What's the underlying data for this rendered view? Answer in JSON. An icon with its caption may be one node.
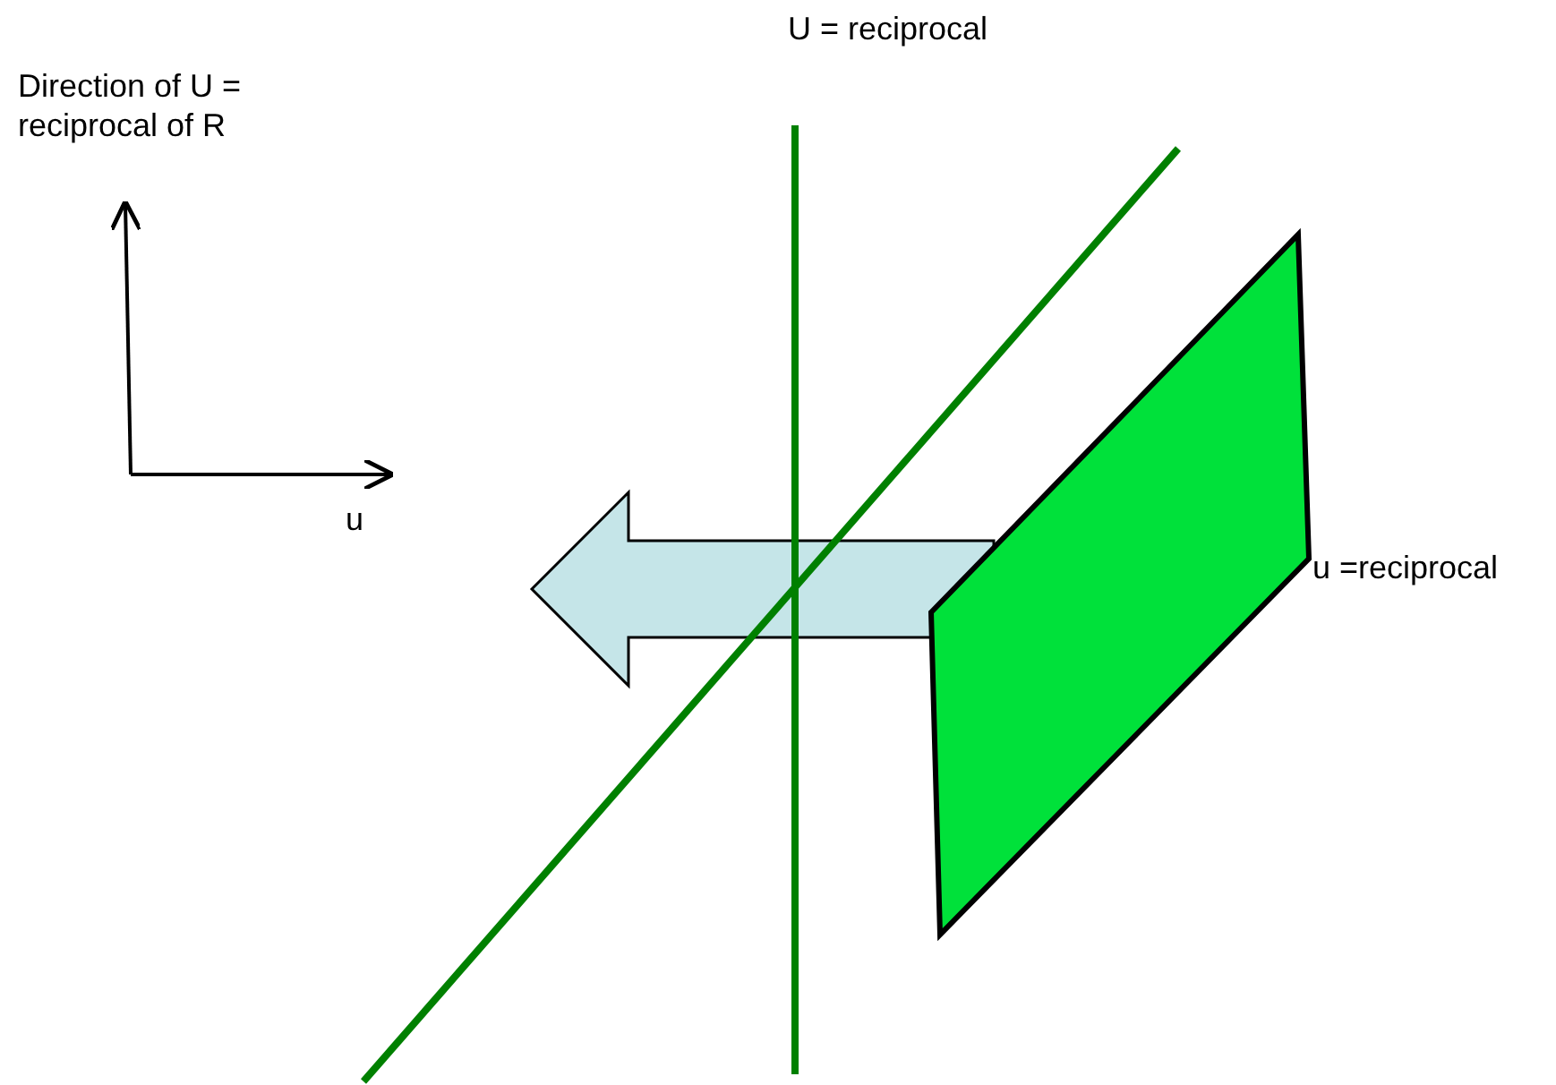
{
  "diagram": {
    "labels": [
      "U = reciprocal",
      "Direction of U = reciprocal of R",
      "u",
      "u =reciprocal"
    ]
  }
}
